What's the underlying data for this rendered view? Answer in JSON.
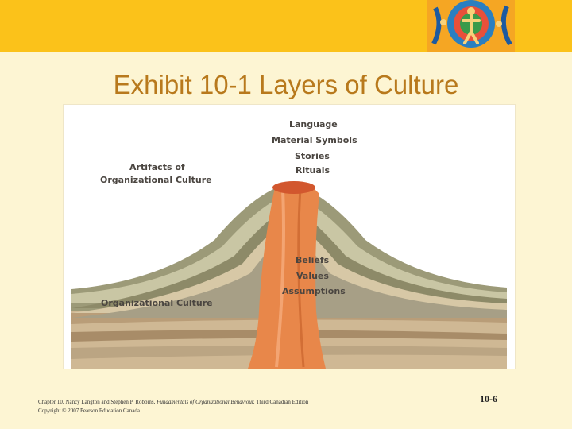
{
  "slide": {
    "title": "Exhibit 10-1 Layers of Culture",
    "number": "10-6"
  },
  "diagram": {
    "artifacts_label": [
      "Artifacts of",
      "Organizational Culture"
    ],
    "artifact_items": [
      "Language",
      "Material Symbols",
      "Stories",
      "Rituals"
    ],
    "core_items": [
      "Beliefs",
      "Values",
      "Assumptions"
    ],
    "culture_label": "Organizational Culture"
  },
  "footer": {
    "line1_prefix": "Chapter 10, Nancy Langton and Stephen P. Robbins, ",
    "line1_book": "Fundamentals of Organizational Behaviour,",
    "line1_suffix": " Third Canadian Edition",
    "line2": "Copyright © 2007 Pearson Education Canada"
  },
  "colors": {
    "band": "#fbc21a",
    "title": "#b8791c",
    "background": "#fdf5d3",
    "core": "#e8874a"
  }
}
